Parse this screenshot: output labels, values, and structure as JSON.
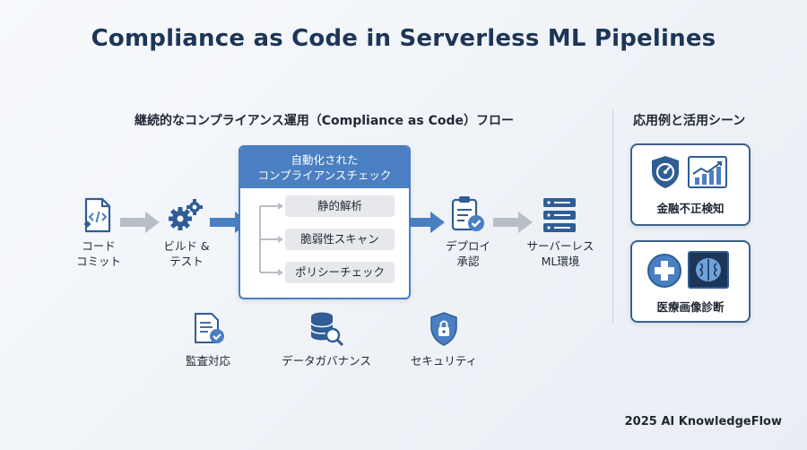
{
  "title": "Compliance as Code in Serverless ML Pipelines",
  "flow": {
    "heading": "継続的なコンプライアンス運用（Compliance as Code）フロー",
    "steps": {
      "code_commit": [
        "コード",
        "コミット"
      ],
      "build_test": [
        "ビルド &",
        "テスト"
      ],
      "deploy_approval": [
        "デプロイ",
        "承認"
      ],
      "serverless_env": [
        "サーバーレス",
        "ML環境"
      ]
    },
    "automated_compliance": {
      "title": [
        "自動化された",
        "コンプライアンスチェック"
      ],
      "checks": [
        "静的解析",
        "脆弱性スキャン",
        "ポリシーチェック"
      ]
    },
    "governance": [
      "監査対応",
      "データガバナンス",
      "セキュリティ"
    ]
  },
  "applications": {
    "heading": "応用例と活用シーン",
    "items": [
      "金融不正検知",
      "医療画像診断"
    ]
  },
  "footer": "2025 AI KnowledgeFlow",
  "colors": {
    "accent": "#4a7fc1",
    "navy": "#1d3557",
    "arrow_gray": "#b8bec6",
    "card_border": "#3d5f86"
  }
}
